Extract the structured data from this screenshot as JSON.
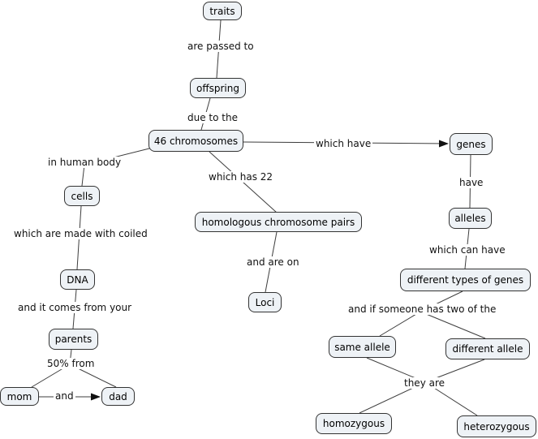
{
  "concept_map": {
    "colors": {
      "canvas_bg": "#ffffff",
      "node_fill": "#eef2f6",
      "node_border": "#333333",
      "line": "#3d3d3d",
      "text": "#000000"
    },
    "concepts": {
      "traits": {
        "label": "traits"
      },
      "offspring": {
        "label": "offspring"
      },
      "chromosomes_46": {
        "label": "46 chromosomes"
      },
      "genes": {
        "label": "genes"
      },
      "alleles": {
        "label": "alleles"
      },
      "cells": {
        "label": "cells"
      },
      "homologous_pairs": {
        "label": "homologous chromosome pairs"
      },
      "loci": {
        "label": "Loci"
      },
      "dna": {
        "label": "DNA"
      },
      "parents": {
        "label": "parents"
      },
      "mom": {
        "label": "mom"
      },
      "dad": {
        "label": "dad"
      },
      "different_types_of_genes": {
        "label": "different types of genes"
      },
      "same_allele": {
        "label": "same allele"
      },
      "different_allele": {
        "label": "different allele"
      },
      "homozygous": {
        "label": "homozygous"
      },
      "heterozygous": {
        "label": "heterozygous"
      }
    },
    "linking_phrases": {
      "are_passed_to": {
        "label": "are passed to"
      },
      "due_to_the": {
        "label": "due to the"
      },
      "which_have": {
        "label": "which have"
      },
      "in_human_body": {
        "label": "in human body"
      },
      "which_has_22": {
        "label": "which has 22"
      },
      "and_are_on": {
        "label": "and are on"
      },
      "which_are_made_with_coiled": {
        "label": "which are made with coiled"
      },
      "and_it_comes_from_your": {
        "label": "and it comes from your"
      },
      "fifty_percent_from": {
        "label": "50% from"
      },
      "and": {
        "label": "and"
      },
      "have": {
        "label": "have"
      },
      "which_can_have": {
        "label": "which can have"
      },
      "and_if_someone_has_two_of_the": {
        "label": "and if someone has two of the"
      },
      "they_are": {
        "label": "they are"
      }
    },
    "propositions": [
      {
        "from": "traits",
        "link": "are passed to",
        "to": "offspring",
        "arrow": false
      },
      {
        "from": "offspring",
        "link": "due to the",
        "to": "46 chromosomes",
        "arrow": false
      },
      {
        "from": "46 chromosomes",
        "link": "which have",
        "to": "genes",
        "arrow": true
      },
      {
        "from": "46 chromosomes",
        "link": "in human body",
        "to": "cells",
        "arrow": false
      },
      {
        "from": "46 chromosomes",
        "link": "which has 22",
        "to": "homologous chromosome pairs",
        "arrow": false
      },
      {
        "from": "homologous chromosome pairs",
        "link": "and are on",
        "to": "Loci",
        "arrow": false
      },
      {
        "from": "cells",
        "link": "which are made with coiled",
        "to": "DNA",
        "arrow": false
      },
      {
        "from": "DNA",
        "link": "and it comes from your",
        "to": "parents",
        "arrow": false
      },
      {
        "from": "parents",
        "link": "50% from",
        "to": "mom",
        "arrow": false
      },
      {
        "from": "parents",
        "link": "50% from",
        "to": "dad",
        "arrow": false
      },
      {
        "from": "mom",
        "link": "and",
        "to": "dad",
        "arrow": true
      },
      {
        "from": "genes",
        "link": "have",
        "to": "alleles",
        "arrow": false
      },
      {
        "from": "alleles",
        "link": "which can have",
        "to": "different types of genes",
        "arrow": false
      },
      {
        "from": "different types of genes",
        "link": "and if someone has two of the",
        "to": "same allele",
        "arrow": false
      },
      {
        "from": "different types of genes",
        "link": "and if someone has two of the",
        "to": "different allele",
        "arrow": false
      },
      {
        "from": "same allele",
        "link": "they are",
        "to": "homozygous",
        "arrow": false
      },
      {
        "from": "different allele",
        "link": "they are",
        "to": "heterozygous",
        "arrow": false
      }
    ]
  }
}
